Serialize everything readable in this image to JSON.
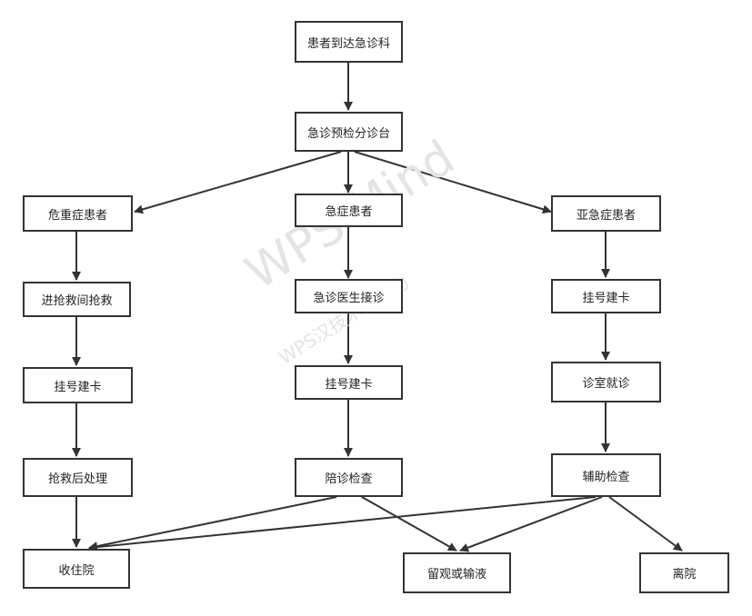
{
  "watermark": {
    "title": "WPS Mind",
    "subtitle": "WPS汉技术智能力"
  },
  "nodes": {
    "arrive": "患者到达急诊科",
    "triage": "急诊预检分诊台",
    "critical": "危重症患者",
    "emergency": "急症患者",
    "subacute": "亚急症患者",
    "rescue_room": "进抢救间抢救",
    "doctor_receive": "急诊医生接诊",
    "register_sub": "挂号建卡",
    "register_crit": "挂号建卡",
    "register_emer": "挂号建卡",
    "clinic_visit": "诊室就诊",
    "post_rescue": "抢救后处理",
    "escort_exam": "陪诊检查",
    "aux_exam": "辅助检查",
    "admit": "收住院",
    "observe": "留观或输液",
    "discharge": "离院"
  }
}
